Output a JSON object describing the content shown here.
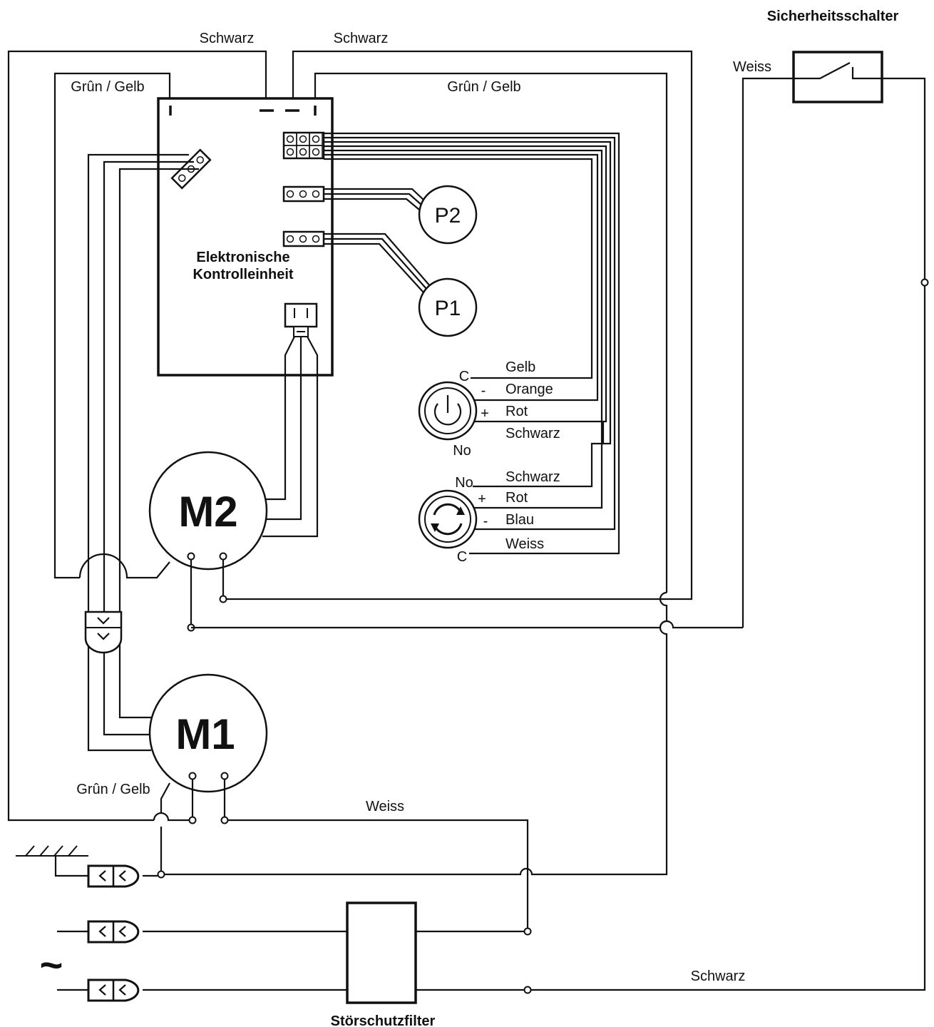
{
  "labels": {
    "safety_switch": "Sicherheitsschalter",
    "black_top_left": "Schwarz",
    "black_top_mid": "Schwarz",
    "green_yellow_left": "Grûn / Gelb",
    "green_yellow_mid": "Grûn / Gelb",
    "white_switch": "Weiss",
    "control_unit_line1": "Elektronische",
    "control_unit_line2": "Kontrolleinheit",
    "p2": "P2",
    "p1": "P1",
    "m2": "M2",
    "m1": "M1",
    "green_yellow_m1": "Grûn / Gelb",
    "white_bottom": "Weiss",
    "black_bottom": "Schwarz",
    "filter": "Störschutzfilter",
    "ac_symbol": "~"
  },
  "power_switch": {
    "c": "C",
    "minus": "-",
    "plus": "+",
    "no": "No",
    "wires": [
      "Gelb",
      "Orange",
      "Rot",
      "Schwarz"
    ]
  },
  "rotation_switch": {
    "no": "No",
    "plus": "+",
    "minus": "-",
    "c": "C",
    "wires": [
      "Schwarz",
      "Rot",
      "Blau",
      "Weiss"
    ]
  },
  "icons": [
    "power-icon",
    "rotate-icon",
    "switch-contact-icon",
    "earth-ground-icon",
    "plug-connector-icon"
  ]
}
